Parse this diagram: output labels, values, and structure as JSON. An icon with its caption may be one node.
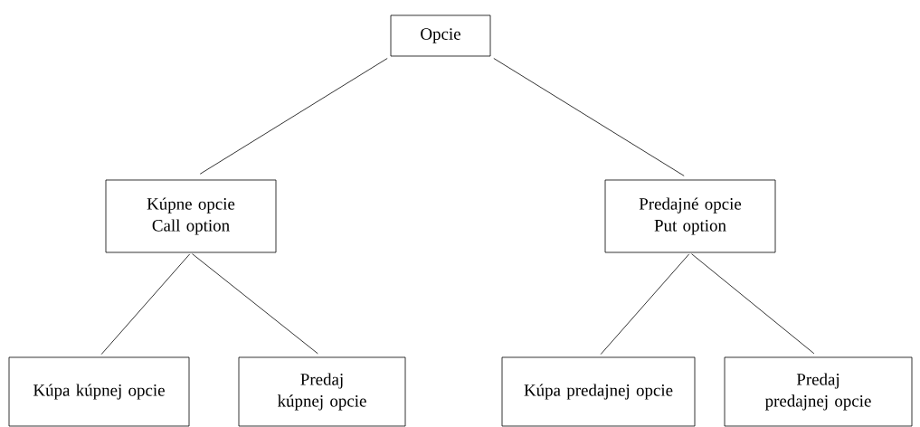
{
  "diagram": {
    "nodes": [
      {
        "text": [
          "Opcie"
        ]
      },
      {
        "text": [
          "Kúpne opcie Call option"
        ]
      },
      {
        "text": [
          "Predajné opcie Put option"
        ]
      },
      {
        "text": [
          "Kúpa kúpnej opcie"
        ]
      },
      {
        "text": [
          "Predaj kúpnej opcie"
        ]
      },
      {
        "text": [
          "Kúpa predajnej opcie"
        ]
      },
      {
        "text": [
          "Predaj predajnej opcie"
        ]
      }
    ],
    "edges": [
      {
        "from": 0,
        "to": 1,
        "arrow": "none"
      },
      {
        "from": 0,
        "to": 2,
        "arrow": "none"
      },
      {
        "from": 1,
        "to": 3,
        "arrow": "none"
      },
      {
        "from": 1,
        "to": 4,
        "arrow": "none"
      },
      {
        "from": 2,
        "to": 5,
        "arrow": "none"
      },
      {
        "from": 2,
        "to": 6,
        "arrow": "none"
      }
    ]
  }
}
